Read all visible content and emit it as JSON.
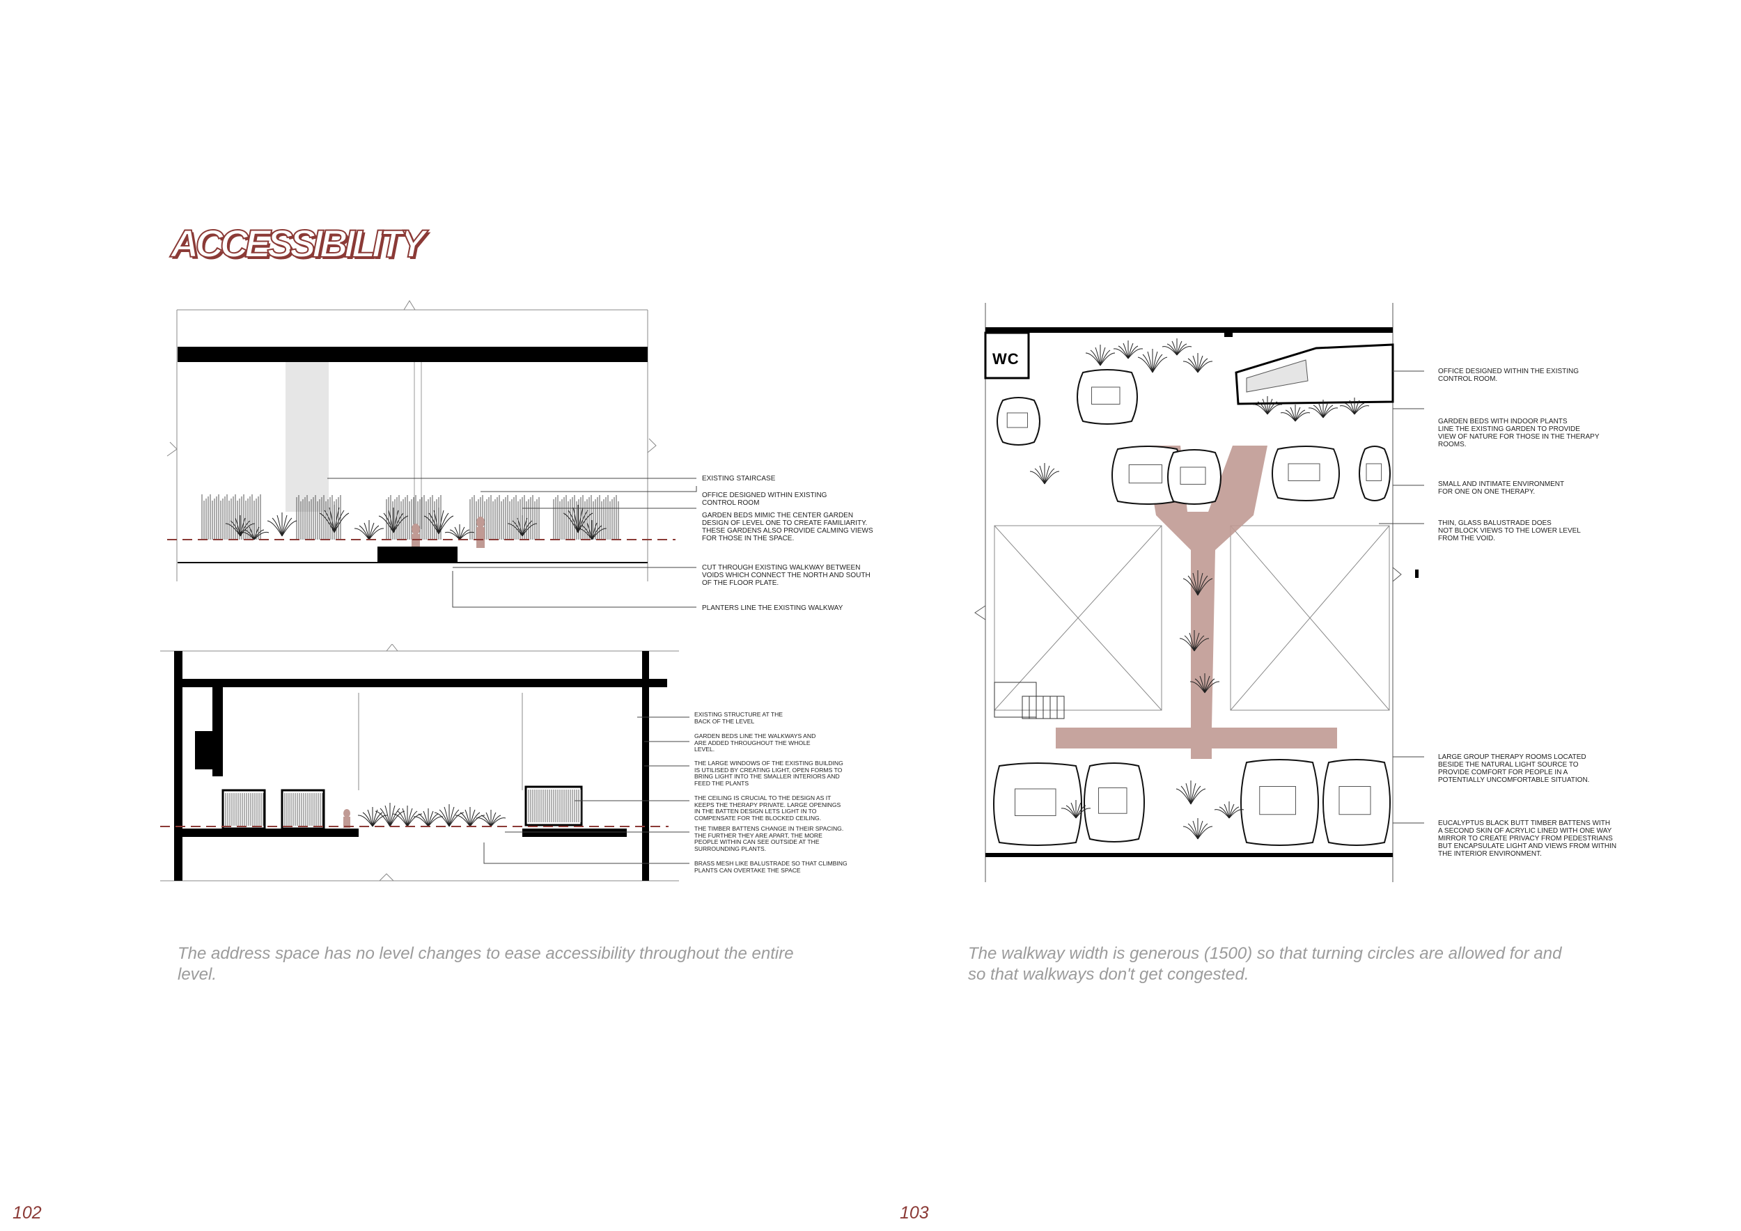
{
  "page": {
    "title": "ACCESSIBILITY",
    "left_page_number": "102",
    "right_page_number": "103",
    "accent_color": "#8b3a36",
    "walkway_color": "#c09a94"
  },
  "upper_section": {
    "labels": [
      "EXISTING STAIRCASE",
      "OFFICE DESIGNED WITHIN EXISTING\nCONTROL ROOM",
      "GARDEN BEDS MIMIC THE CENTER GARDEN\nDESIGN OF LEVEL ONE TO CREATE FAMILIARITY.\nTHESE GARDENS ALSO PROVIDE CALMING VIEWS\nFOR THOSE IN THE SPACE.",
      "CUT THROUGH EXISTING WALKWAY BETWEEN\nVOIDS WHICH CONNECT THE NORTH AND SOUTH\nOF THE FLOOR PLATE.",
      "PLANTERS LINE THE EXISTING WALKWAY"
    ]
  },
  "lower_section": {
    "labels": [
      "EXISTING STRUCTURE AT THE\nBACK OF THE LEVEL",
      "GARDEN BEDS LINE THE WALKWAYS AND\nARE ADDED THROUGHOUT THE WHOLE\nLEVEL.",
      "THE LARGE WINDOWS OF THE EXISTING BUILDING\nIS UTILISED BY CREATING LIGHT, OPEN FORMS TO\nBRING LIGHT INTO THE SMALLER INTERIORS AND\nFEED THE PLANTS",
      "THE CEILING IS CRUCIAL TO THE DESIGN AS IT\nKEEPS THE THERAPY PRIVATE. LARGE OPENINGS\nIN THE BATTEN DESIGN LETS LIGHT IN TO\nCOMPENSATE FOR THE BLOCKED CEILING.",
      "THE TIMBER BATTENS CHANGE IN THEIR SPACING.\nTHE FURTHER THEY ARE APART, THE MORE\nPEOPLE WITHIN CAN SEE OUTSIDE AT THE\nSURROUNDING PLANTS.",
      "BRASS MESH LIKE BALUSTRADE SO THAT CLIMBING\nPLANTS CAN OVERTAKE THE SPACE"
    ]
  },
  "plan": {
    "wc_label": "WC",
    "labels": [
      "OFFICE DESIGNED WITHIN THE EXISTING\nCONTROL ROOM.",
      "GARDEN BEDS WITH INDOOR PLANTS\nLINE THE EXISTING GARDEN TO PROVIDE\nVIEW OF NATURE FOR THOSE IN THE THERAPY\nROOMS.",
      "SMALL AND INTIMATE ENVIRONMENT\nFOR ONE ON ONE THERAPY.",
      "THIN, GLASS BALUSTRADE DOES\nNOT BLOCK VIEWS TO THE LOWER LEVEL\nFROM THE VOID.",
      "LARGE GROUP THERAPY ROOMS LOCATED\nBESIDE THE NATURAL LIGHT SOURCE TO\nPROVIDE COMFORT FOR PEOPLE IN A\nPOTENTIALLY UNCOMFORTABLE SITUATION.",
      "EUCALYPTUS BLACK BUTT TIMBER BATTENS WITH\nA SECOND SKIN OF ACRYLIC LINED WITH ONE WAY\nMIRROR TO CREATE PRIVACY FROM PEDESTRIANS\nBUT ENCAPSULATE LIGHT AND VIEWS FROM WITHIN\nTHE INTERIOR ENVIRONMENT."
    ]
  },
  "captions": {
    "left": "The address space has no level changes to ease accessibility throughout the entire level.",
    "right": "The walkway width is generous (1500) so that turning circles are allowed for and so that walkways don't get congested."
  }
}
